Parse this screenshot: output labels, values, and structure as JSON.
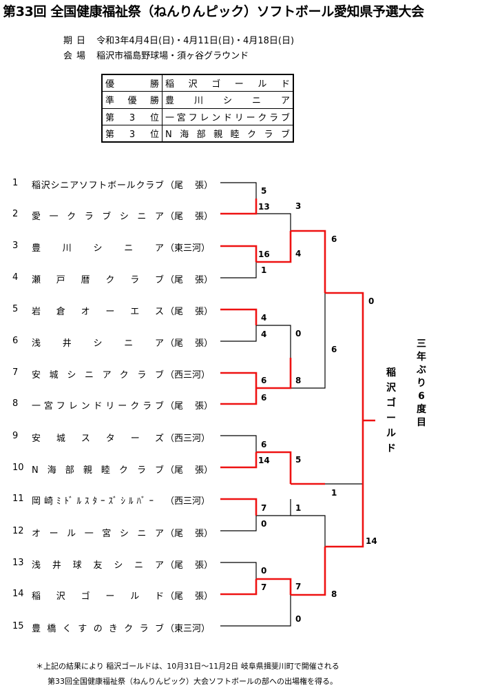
{
  "title": "第33回 全国健康福祉祭（ねんりんピック）ソフトボール愛知県予選大会",
  "info": {
    "date_label": "期日",
    "date_value": "令和3年4月4日(日)・4月11日(日)・4月18日(日)",
    "venue_label": "会場",
    "venue_value": "稲沢市福島野球場・須ヶ谷グラウンド"
  },
  "results": [
    {
      "label": "優勝",
      "team": "稲沢ゴールド"
    },
    {
      "label": "準優勝",
      "team": "豊川シニア"
    },
    {
      "label": "第3位",
      "team": "一宮フレンドリークラブ"
    },
    {
      "label": "第3位",
      "team": "N海部親睦クラブ"
    }
  ],
  "teams": [
    {
      "num": "1",
      "name": "稲沢シニアソフトボールクラブ",
      "pref": "（尾　 張）"
    },
    {
      "num": "2",
      "name": "愛一クラブシニア",
      "pref": "（尾　 張）"
    },
    {
      "num": "3",
      "name": "豊川シニア",
      "pref": "（東三河）"
    },
    {
      "num": "4",
      "name": "瀬戸暦クラブ",
      "pref": "（尾　 張）"
    },
    {
      "num": "5",
      "name": "岩倉オーエス",
      "pref": "（尾　 張）"
    },
    {
      "num": "6",
      "name": "浅井シニア",
      "pref": "（尾　 張）"
    },
    {
      "num": "7",
      "name": "安城シニアクラブ",
      "pref": "（西三河）"
    },
    {
      "num": "8",
      "name": "一宮フレンドリークラブ",
      "pref": "（尾　 張）"
    },
    {
      "num": "9",
      "name": "安城スターズ",
      "pref": "（西三河）"
    },
    {
      "num": "10",
      "name": "N海部親睦クラブ",
      "pref": "（尾　 張）"
    },
    {
      "num": "11",
      "name": "岡崎ﾐﾄﾞﾙｽﾀｰｽﾞｼﾙﾊﾞｰ",
      "pref": "（西三河）"
    },
    {
      "num": "12",
      "name": "オール一宮シニア",
      "pref": "（尾　 張）"
    },
    {
      "num": "13",
      "name": "浅井球友シニア",
      "pref": "（尾　 張）"
    },
    {
      "num": "14",
      "name": "稲沢ゴールド",
      "pref": "（尾　 張）"
    },
    {
      "num": "15",
      "name": "豊橋くすのきクラブ",
      "pref": "（東三河）"
    }
  ],
  "scores": {
    "m1a": "5",
    "m1b": "13",
    "m2a": "16",
    "m2b": "1",
    "m3a": "4",
    "m3b": "4",
    "m4a": "6",
    "m4b": "6",
    "m5a": "6",
    "m5b": "14",
    "m6a": "7",
    "m6b": "0",
    "m7a": "0",
    "m7b": "7",
    "q1a": "3",
    "q1b": "4",
    "q2a": "0",
    "q2b": "8",
    "q3a": "5",
    "q3b": "1",
    "q4a": "7",
    "q4b": "0",
    "s1a": "6",
    "s1b": "6",
    "s2a": "1",
    "s2b": "8",
    "fa": "0",
    "fb": "14"
  },
  "champion_vertical": "稲沢ゴールド",
  "streak_vertical": "三年ぶり6度目",
  "note1": "＊上記の結果により 稲沢ゴールドは、10月31日～11月2日 岐阜県揖斐川町で開催される",
  "note2": "第33回全国健康福祉祭（ねんりんピック）大会ソフトボールの部への出場権を得る。",
  "colors": {
    "win": "#ee1111",
    "line": "#000000"
  }
}
